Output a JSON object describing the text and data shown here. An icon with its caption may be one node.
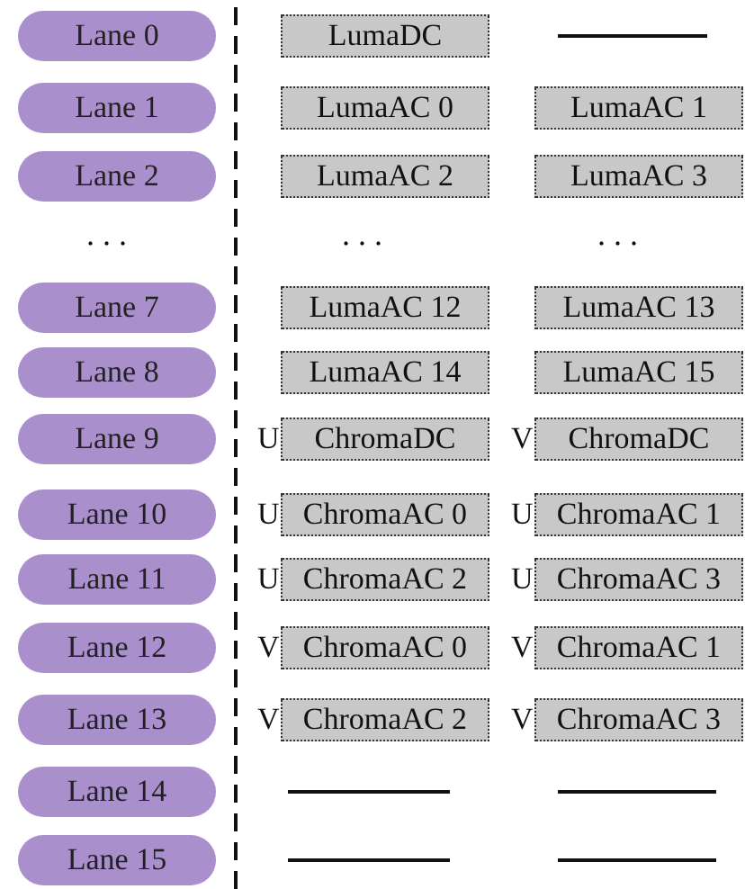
{
  "diagram": {
    "nodes": [
      {
        "text": [
          "Lane 0"
        ]
      },
      {
        "text": [
          "LumaDC"
        ]
      },
      {
        "text": [
          "Lane 1"
        ]
      },
      {
        "text": [
          "LumaAC 0"
        ]
      },
      {
        "text": [
          "LumaAC 1"
        ]
      },
      {
        "text": [
          "Lane 2"
        ]
      },
      {
        "text": [
          "LumaAC 2"
        ]
      },
      {
        "text": [
          "LumaAC 3"
        ]
      },
      {
        "text": [
          "Lane 7"
        ]
      },
      {
        "text": [
          "LumaAC 12"
        ]
      },
      {
        "text": [
          "LumaAC 13"
        ]
      },
      {
        "text": [
          "Lane 8"
        ]
      },
      {
        "text": [
          "LumaAC 14"
        ]
      },
      {
        "text": [
          "LumaAC 15"
        ]
      },
      {
        "text": [
          "Lane 9"
        ]
      },
      {
        "text": [
          "ChromaDC"
        ],
        "beside": [
          "U"
        ]
      },
      {
        "text": [
          "ChromaDC"
        ],
        "beside": [
          "V"
        ]
      },
      {
        "text": [
          "Lane 10"
        ]
      },
      {
        "text": [
          "ChromaAC 0"
        ],
        "beside": [
          "U"
        ]
      },
      {
        "text": [
          "ChromaAC 1"
        ],
        "beside": [
          "U"
        ]
      },
      {
        "text": [
          "Lane 11"
        ]
      },
      {
        "text": [
          "ChromaAC 2"
        ],
        "beside": [
          "U"
        ]
      },
      {
        "text": [
          "ChromaAC 3"
        ],
        "beside": [
          "U"
        ]
      },
      {
        "text": [
          "Lane 12"
        ]
      },
      {
        "text": [
          "ChromaAC 0"
        ],
        "beside": [
          "V"
        ]
      },
      {
        "text": [
          "ChromaAC 1"
        ],
        "beside": [
          "V"
        ]
      },
      {
        "text": [
          "Lane 13"
        ]
      },
      {
        "text": [
          "ChromaAC 2"
        ],
        "beside": [
          "V"
        ]
      },
      {
        "text": [
          "ChromaAC 3"
        ],
        "beside": [
          "V"
        ]
      },
      {
        "text": [
          "Lane 14"
        ]
      },
      {
        "text": [
          "Lane 15"
        ]
      }
    ],
    "labels": [
      ". . .",
      ". . .",
      ". . ."
    ]
  }
}
